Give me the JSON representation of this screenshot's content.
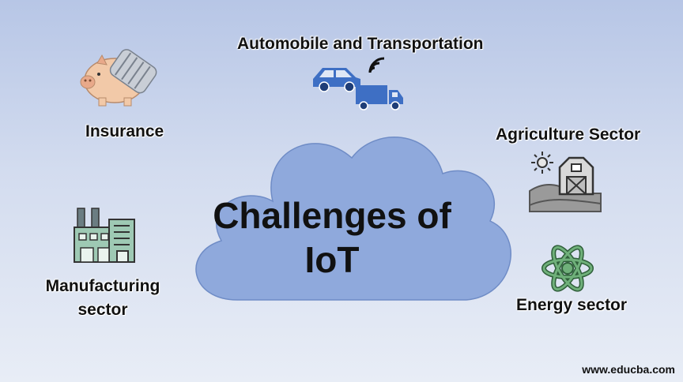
{
  "center": {
    "line1": "Challenges of",
    "line2": "IoT"
  },
  "sectors": {
    "automobile": "Automobile and Transportation",
    "insurance": "Insurance",
    "agriculture": "Agriculture Sector",
    "manufacturing_line1": "Manufacturing",
    "manufacturing_line2": "sector",
    "energy": "Energy sector"
  },
  "watermark": "www.educba.com",
  "icons": {
    "automobile": "car-truck-wifi-icon",
    "insurance": "piggy-bank-icon",
    "agriculture": "barn-sun-icon",
    "manufacturing": "factory-icon",
    "energy": "atom-icon"
  },
  "colors": {
    "cloud": "#8fa9dc",
    "vehicle": "#3e6fc4",
    "factory": "#9ec9b4",
    "atom": "#6fb07a"
  }
}
